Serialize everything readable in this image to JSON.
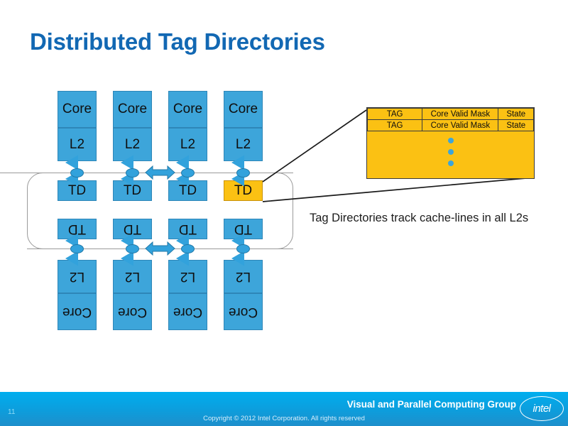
{
  "title": "Distributed Tag Directories",
  "diagram": {
    "top_row": [
      {
        "core": "Core",
        "l2": "L2",
        "td": "TD"
      },
      {
        "core": "Core",
        "l2": "L2",
        "td": "TD"
      },
      {
        "core": "Core",
        "l2": "L2",
        "td": "TD"
      },
      {
        "core": "Core",
        "l2": "L2",
        "td": "TD"
      }
    ],
    "bottom_row": [
      {
        "td": "TD",
        "l2": "L2",
        "core": "Core"
      },
      {
        "td": "TD",
        "l2": "L2",
        "core": "Core"
      },
      {
        "td": "TD",
        "l2": "L2",
        "core": "Core"
      },
      {
        "td": "TD",
        "l2": "L2",
        "core": "Core"
      }
    ],
    "highlighted_td": "TD",
    "colors": {
      "block_blue": "#3DA5DA",
      "highlight_yellow": "#FBC113",
      "ring_gray": "#9A9A9A",
      "title_blue": "#1268B3"
    }
  },
  "callout": {
    "columns": [
      "TAG",
      "Core Valid Mask",
      "State"
    ],
    "rows": [
      [
        "TAG",
        "Core Valid Mask",
        "State"
      ],
      [
        "TAG",
        "Core Valid Mask",
        "State"
      ]
    ],
    "ellipsis_dots": 3
  },
  "caption": "Tag Directories track cache-lines in all L2s",
  "footer": {
    "group": "Visual and Parallel Computing Group",
    "copyright": "Copyright © 2012 Intel Corporation. All rights reserved",
    "page_number": "11",
    "logo_text": "intel"
  }
}
